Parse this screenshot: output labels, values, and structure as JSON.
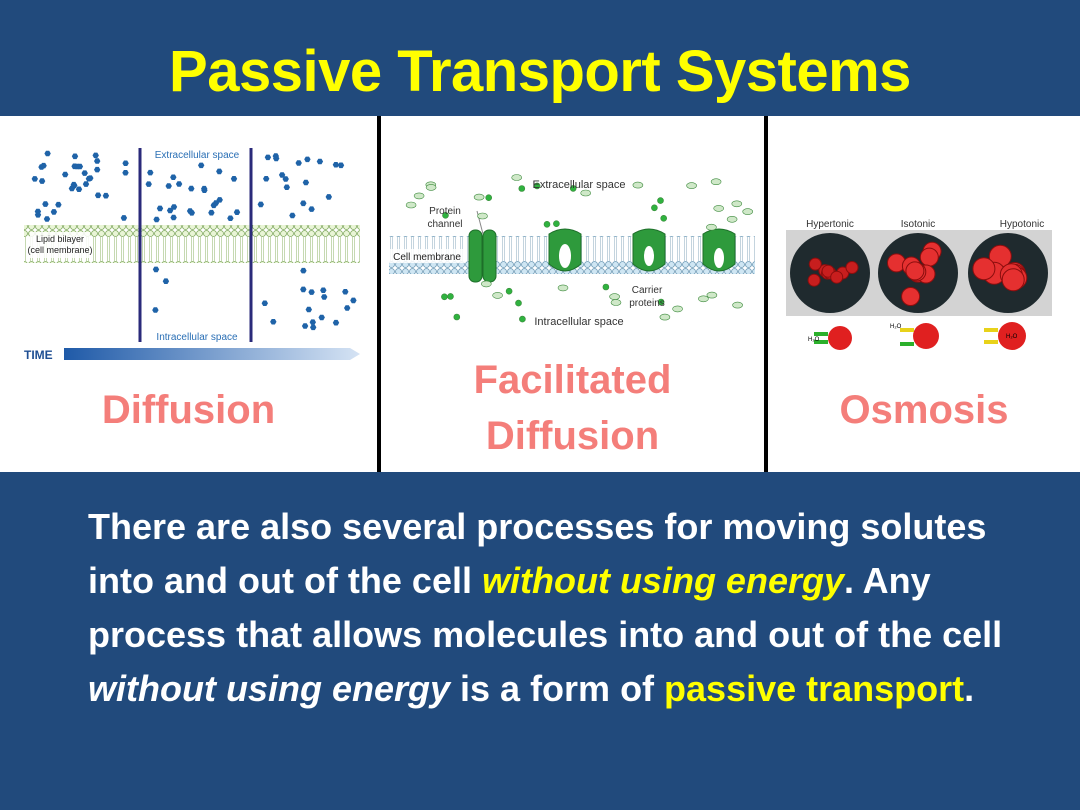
{
  "slide": {
    "title": "Passive Transport Systems"
  },
  "panels": {
    "diffusion": {
      "label": "Diffusion",
      "figure": {
        "extracellular": "Extracellular space",
        "intracellular": "Intracellular space",
        "lipid_line1": "Lipid bilayer",
        "lipid_line2": "(cell membrane)",
        "time": "TIME"
      }
    },
    "facilitated": {
      "label_line1": "Facilitated",
      "label_line2": "Diffusion",
      "figure": {
        "extracellular": "Extracellular space",
        "intracellular": "Intracellular space",
        "protein_line1": "Protein",
        "protein_line2": "channel",
        "membrane": "Cell membrane",
        "carrier_line1": "Carrier",
        "carrier_line2": "proteins"
      }
    },
    "osmosis": {
      "label": "Osmosis",
      "figure": {
        "hypertonic": "Hypertonic",
        "isotonic": "Isotonic",
        "hypotonic": "Hypotonic",
        "water": "H₂O"
      }
    }
  },
  "body": {
    "seg1": "There are also several processes for moving solutes into and out of the cell ",
    "seg2": "without using energy",
    "seg3": ".  Any process that allows molecules into and out of the cell ",
    "seg4": "without using energy",
    "seg5": " is a form of ",
    "seg6": "passive transport",
    "seg7": "."
  },
  "colors": {
    "background": "#214a7c",
    "title": "#ffff00",
    "label": "#f47e7a",
    "highlight": "#ffff00",
    "body_text": "#ffffff"
  }
}
